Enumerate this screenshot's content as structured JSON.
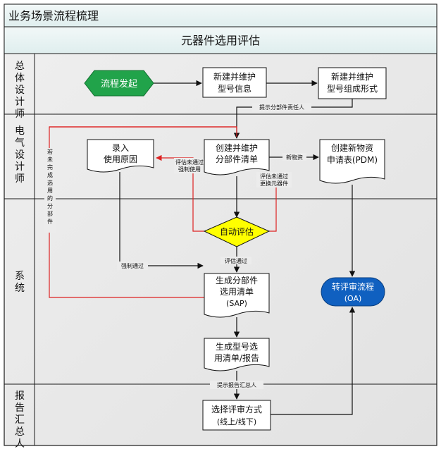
{
  "title": "业务场景流程梳理",
  "subtitle": "元器件选用评估",
  "lanes": [
    {
      "id": "lane-general-designer",
      "label": "总体设计师"
    },
    {
      "id": "lane-electrical-designer",
      "label": "电气设计师"
    },
    {
      "id": "lane-system",
      "label": "系统"
    },
    {
      "id": "lane-report-summarizer",
      "label": "报告汇总人"
    }
  ],
  "nodes": {
    "start": "流程发起",
    "model_info": [
      "新建并维护",
      "型号信息"
    ],
    "model_form": [
      "新建并维护",
      "型号组成形式"
    ],
    "record_reason": [
      "录入",
      "使用原因"
    ],
    "parts_list": [
      "创建并维护",
      "分部件清单"
    ],
    "new_material": [
      "创建新物资",
      "申请表(PDM)"
    ],
    "auto_eval": "自动评估",
    "gen_parts": [
      "生成分部件",
      "选用清单",
      "(SAP)"
    ],
    "review_flow": [
      "转评审流程",
      "(OA)"
    ],
    "gen_model": [
      "生成型号选",
      "用清单/报告"
    ],
    "select_review": [
      "选择评审方式",
      "(线上/线下)"
    ]
  },
  "edge_labels": {
    "notify_owner": "提示分部件责任人",
    "new_material": "新物资",
    "force_use": [
      "评估未通过",
      "强制使用"
    ],
    "replace": [
      "评估未通过",
      "更换元器件"
    ],
    "force_pass": "强制通过",
    "eval_pass": "评估通过",
    "incomplete": "若未完成选用的分部件",
    "notify_summarizer": "提示报告汇总人"
  },
  "colors": {
    "frame_border": "#1a1a1a",
    "lane_bg": "#ececec",
    "header_bg": "#e9f4f4",
    "start_fill": "#21a34a",
    "decision_fill": "#ffff00",
    "terminal_fill": "#1060c0",
    "red_line": "#dd2222"
  }
}
